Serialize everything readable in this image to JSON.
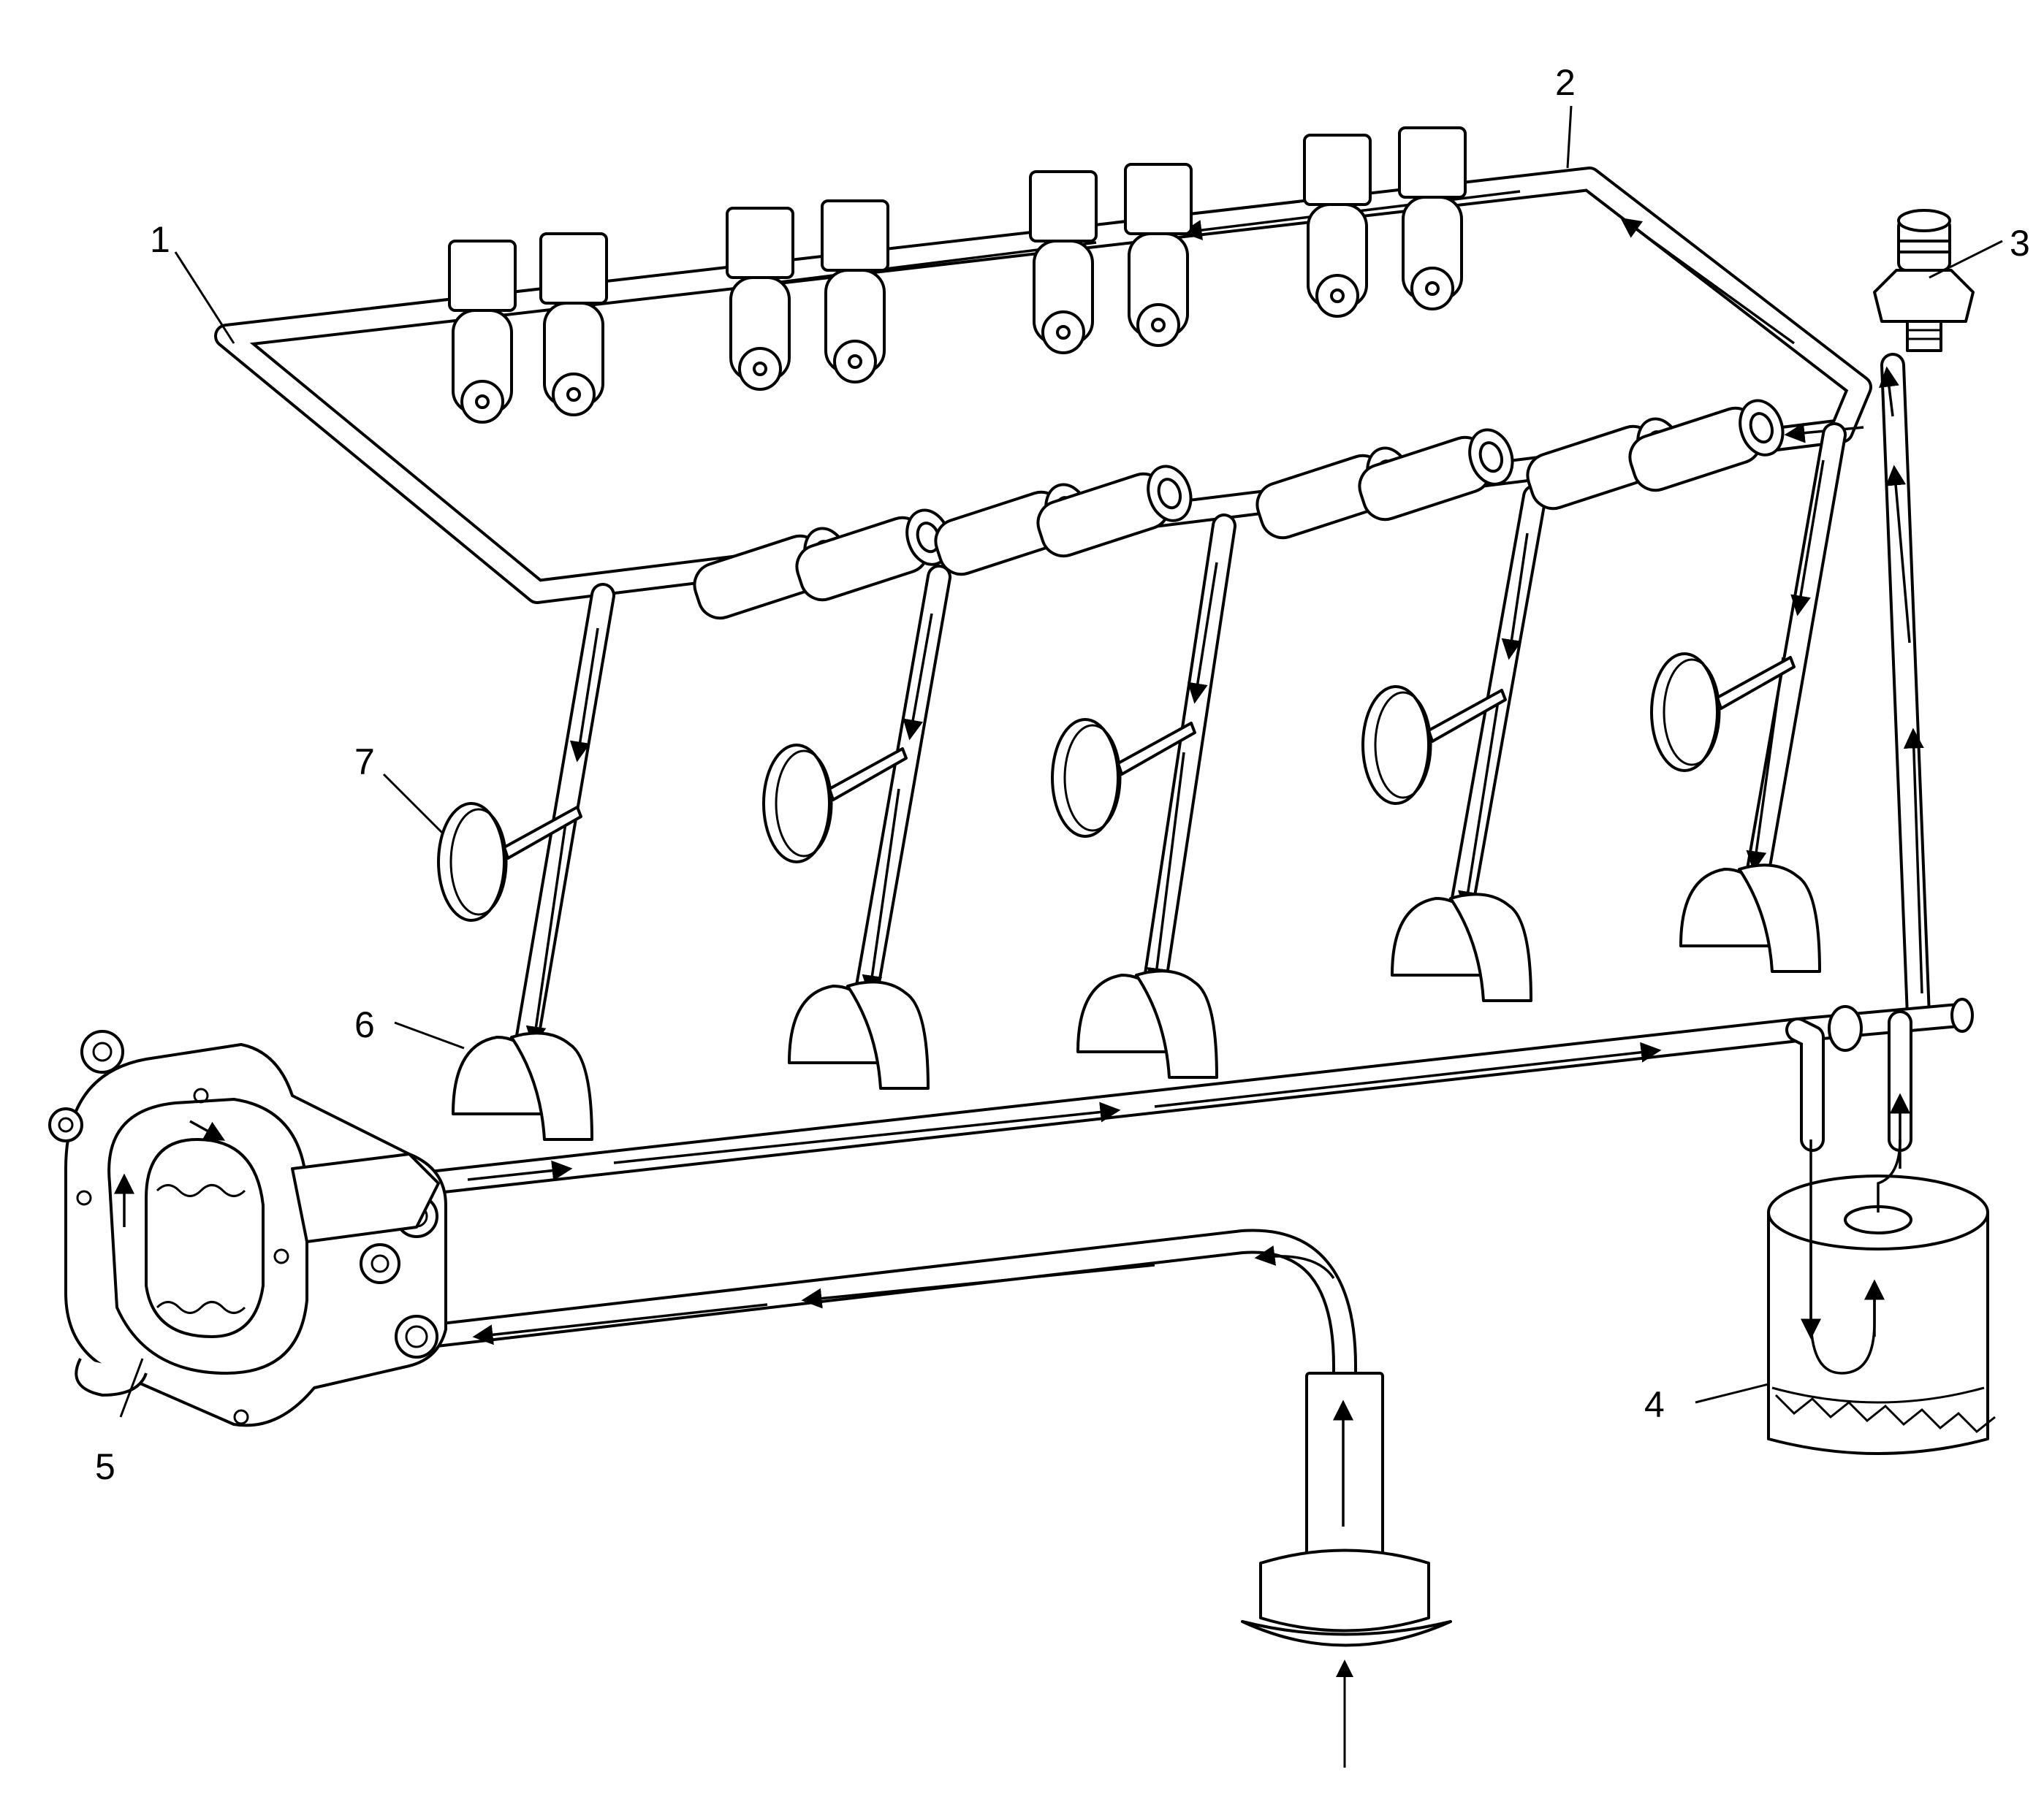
{
  "figure": {
    "background": "#ffffff",
    "line_color": "#000000"
  },
  "callouts": [
    {
      "id": "1",
      "text": "1"
    },
    {
      "id": "2",
      "text": "2"
    },
    {
      "id": "3",
      "text": "3"
    },
    {
      "id": "4",
      "text": "4"
    },
    {
      "id": "5",
      "text": "5"
    },
    {
      "id": "6",
      "text": "6"
    },
    {
      "id": "7",
      "text": "7"
    }
  ]
}
